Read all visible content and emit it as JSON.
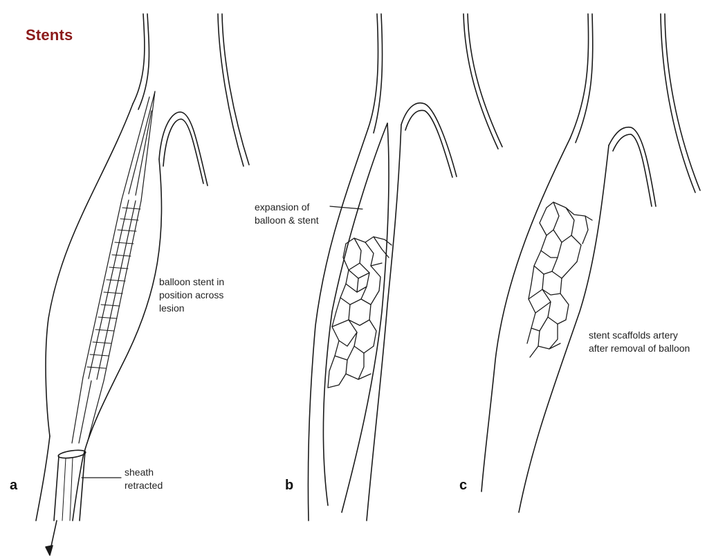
{
  "title": "Stents",
  "panels": {
    "a": {
      "letter": "a",
      "callout_main": "balloon stent in\nposition across\nlesion",
      "callout_sheath": "sheath\nretracted"
    },
    "b": {
      "letter": "b",
      "callout": "expansion of\nballoon & stent"
    },
    "c": {
      "letter": "c",
      "callout": "stent scaffolds artery\nafter removal of balloon"
    }
  },
  "colors": {
    "title": "#8b1a1a",
    "line": "#1a1a1a",
    "text": "#222222"
  }
}
